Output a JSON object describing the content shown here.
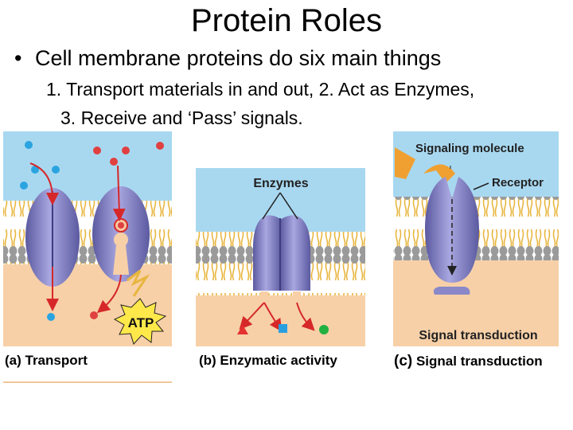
{
  "title": "Protein Roles",
  "bullet": {
    "symbol": "•",
    "text": "Cell membrane proteins do six main things"
  },
  "subpoints": {
    "line1": "1. Transport materials in and out, 2. Act as Enzymes,",
    "line2": "3. Receive and ‘Pass’ signals."
  },
  "panels": {
    "transport": {
      "caption": "(a) Transport",
      "atp_label": "ATP"
    },
    "enzymatic": {
      "caption": "(b) Enzymatic activity",
      "label": "Enzymes"
    },
    "signal": {
      "caption_letter": "(c)",
      "caption_text": "Signal transduction",
      "signaling_molecule_label": "Signaling molecule",
      "receptor_label": "Receptor",
      "transduction_label": "Signal transduction"
    }
  },
  "colors": {
    "water": "#a8d8f0",
    "cytoplasm": "#f7d0a8",
    "protein": "#8a88c8",
    "lipid_head": "#9a9a9a",
    "lipid_tail": "#e8b640",
    "arrow": "#d62828",
    "signal_molecule": "#f0a030",
    "atp_burst": "#ffe94a"
  }
}
